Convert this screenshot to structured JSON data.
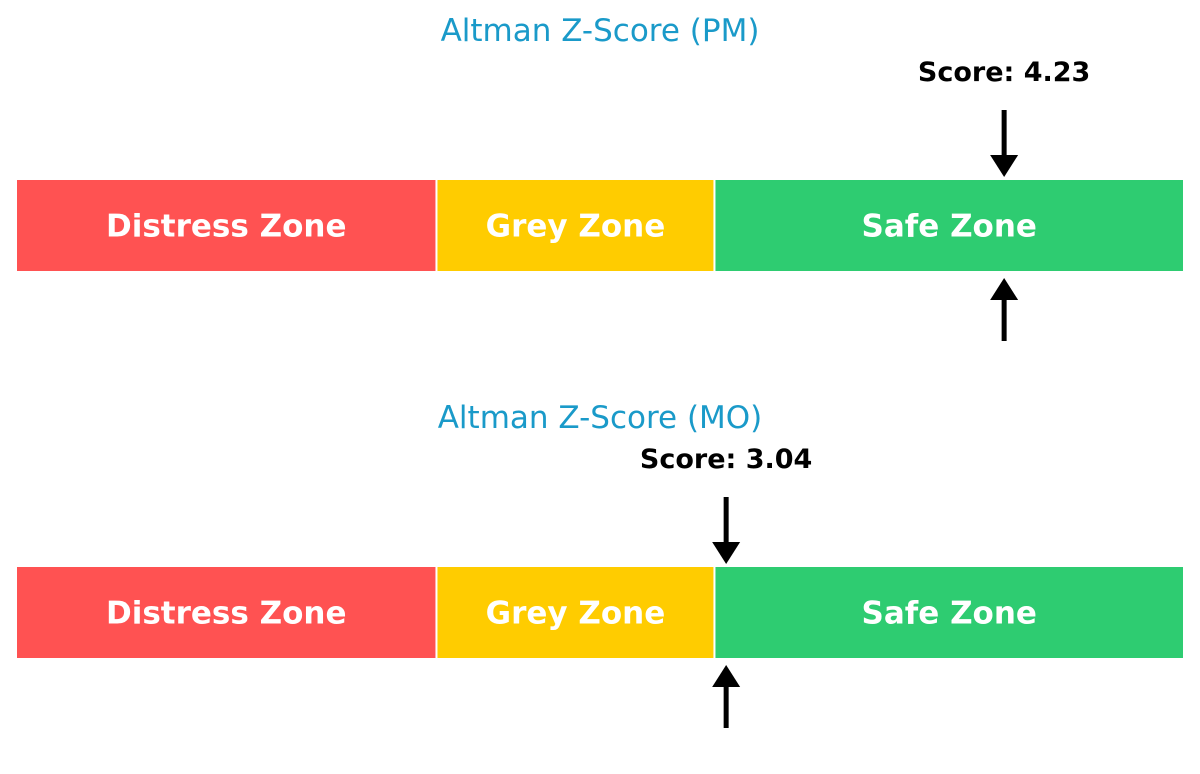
{
  "chart_data": [
    {
      "type": "gauge",
      "title": "Altman Z-Score (PM)",
      "score_label": "Score: 4.23",
      "score": 4.23,
      "x_range": [
        0,
        5
      ],
      "zones": [
        {
          "name": "Distress Zone",
          "from": 0,
          "to": 1.8,
          "color": "#ff5252"
        },
        {
          "name": "Grey Zone",
          "from": 1.8,
          "to": 2.99,
          "color": "#ffcc00"
        },
        {
          "name": "Safe Zone",
          "from": 2.99,
          "to": 5,
          "color": "#2ecc71"
        }
      ]
    },
    {
      "type": "gauge",
      "title": "Altman Z-Score (MO)",
      "score_label": "Score: 3.04",
      "score": 3.04,
      "x_range": [
        0,
        5
      ],
      "zones": [
        {
          "name": "Distress Zone",
          "from": 0,
          "to": 1.8,
          "color": "#ff5252"
        },
        {
          "name": "Grey Zone",
          "from": 1.8,
          "to": 2.99,
          "color": "#ffcc00"
        },
        {
          "name": "Safe Zone",
          "from": 2.99,
          "to": 5,
          "color": "#2ecc71"
        }
      ]
    }
  ],
  "colors": {
    "title": "#1a9ac9",
    "zone_text": "#ffffff",
    "arrow": "#000000"
  }
}
